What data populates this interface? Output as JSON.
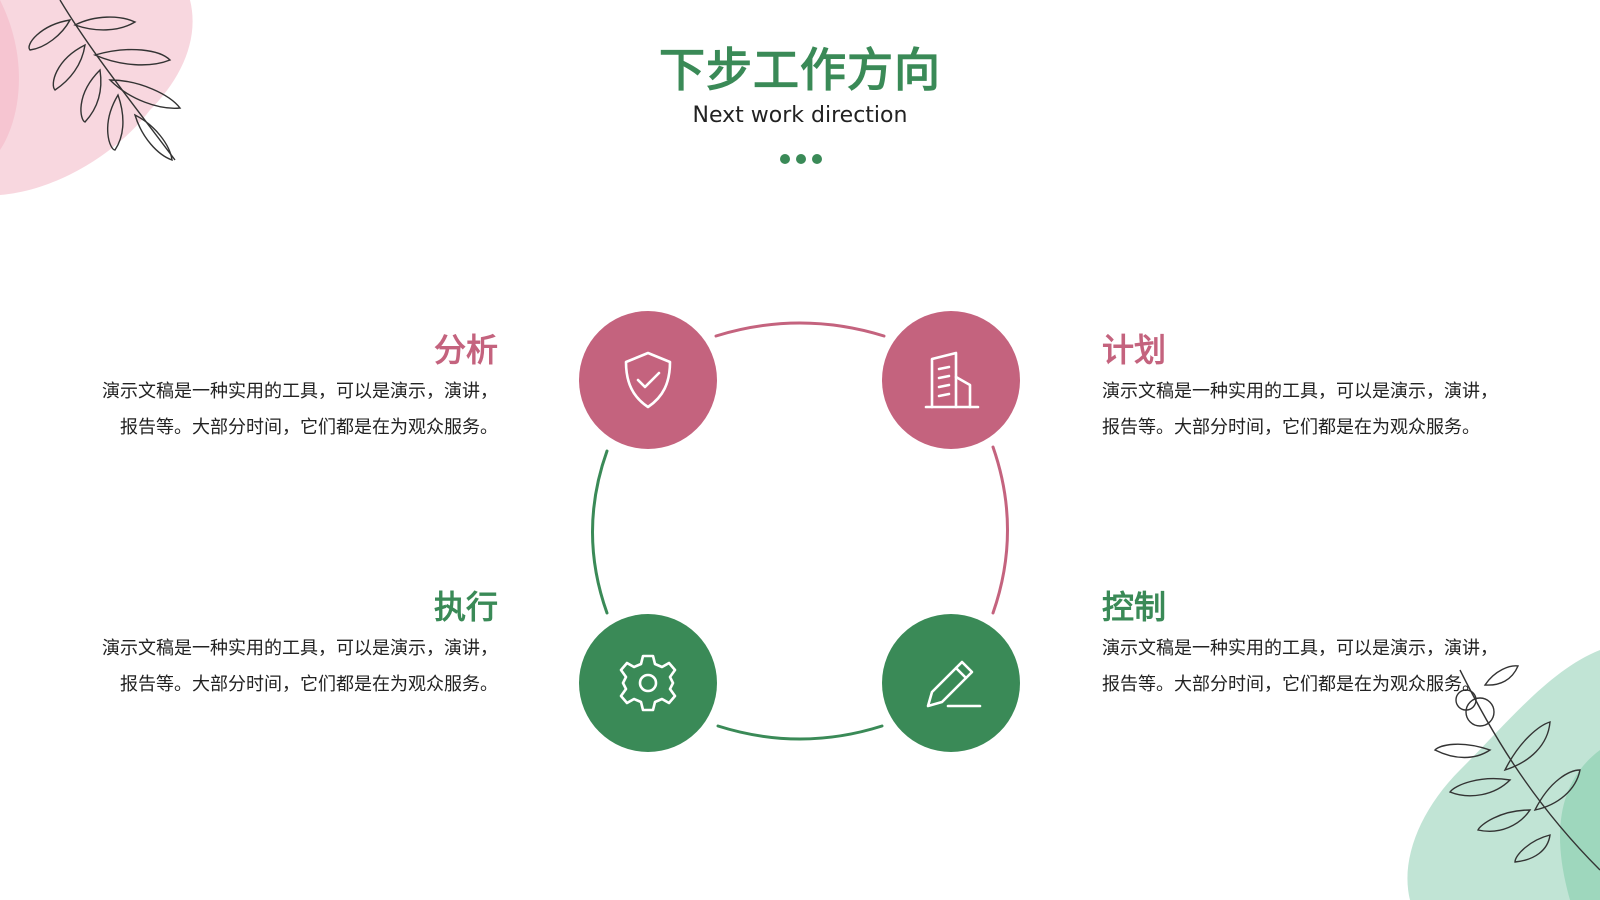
{
  "header": {
    "title": "下步工作方向",
    "subtitle": "Next work direction"
  },
  "colors": {
    "green": "#3a8a57",
    "pink": "#c4637e"
  },
  "items": [
    {
      "title": "分析",
      "icon": "shield-check-icon",
      "color": "pink",
      "position": "top-left",
      "text": "演示文稿是一种实用的工具，可以是演示，演讲，报告等。大部分时间，它们都是在为观众服务。"
    },
    {
      "title": "计划",
      "icon": "building-icon",
      "color": "pink",
      "position": "top-right",
      "text": "演示文稿是一种实用的工具，可以是演示，演讲，报告等。大部分时间，它们都是在为观众服务。"
    },
    {
      "title": "执行",
      "icon": "gear-icon",
      "color": "green",
      "position": "bottom-left",
      "text": "演示文稿是一种实用的工具，可以是演示，演讲，报告等。大部分时间，它们都是在为观众服务。"
    },
    {
      "title": "控制",
      "icon": "pencil-icon",
      "color": "green",
      "position": "bottom-right",
      "text": "演示文稿是一种实用的工具，可以是演示，演讲，报告等。大部分时间，它们都是在为观众服务。"
    }
  ]
}
